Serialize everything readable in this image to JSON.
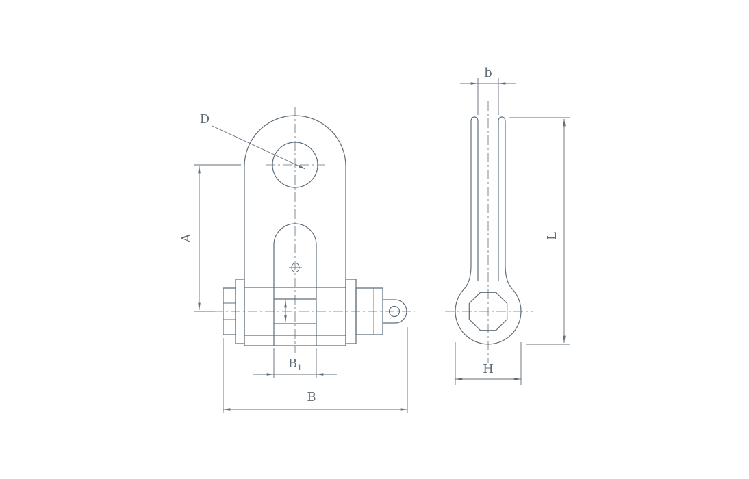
{
  "drawing": {
    "colors": {
      "line": "#5f6d79",
      "background": "#ffffff"
    },
    "labels": {
      "hole": "D",
      "center_height": "A",
      "jaw_base": "B",
      "jaw_sub": "1",
      "overall_width": "B",
      "strap_thickness": "b",
      "overall_length": "L",
      "eye_width": "H"
    }
  }
}
